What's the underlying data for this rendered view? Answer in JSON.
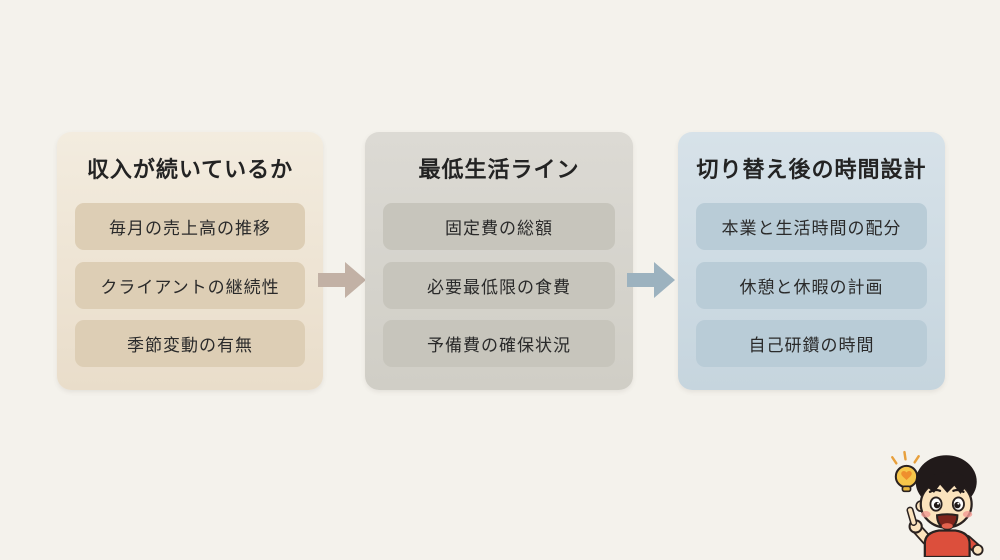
{
  "page": {
    "background_color": "#f4f2ec",
    "text_color": "#262626"
  },
  "flow": {
    "columns": [
      {
        "title": "収入が続いているか",
        "items": [
          "毎月の売上高の推移",
          "クライアントの継続性",
          "季節変動の有無"
        ],
        "panel_color_top": "#f3ecdf",
        "panel_color_bottom": "#e9ddca",
        "item_color": "#ddceb5"
      },
      {
        "title": "最低生活ライン",
        "items": [
          "固定費の総額",
          "必要最低限の食費",
          "予備費の確保状況"
        ],
        "panel_color_top": "#dcdad4",
        "panel_color_bottom": "#d0cec6",
        "item_color": "#c7c5bc"
      },
      {
        "title": "切り替え後の時間設計",
        "items": [
          "本業と生活時間の配分",
          "休憩と休暇の計画",
          "自己研鑽の時間"
        ],
        "panel_color_top": "#d7e2e9",
        "panel_color_bottom": "#c6d5de",
        "item_color": "#b9ccd7"
      }
    ],
    "arrows": [
      {
        "from": "収入が続いているか",
        "to": "最低生活ライン",
        "color": "#c2b1a5"
      },
      {
        "from": "最低生活ライン",
        "to": "切り替え後の時間設計",
        "color": "#9cb2bf"
      }
    ]
  },
  "mascot": {
    "name": "boy-with-idea-lightbulb",
    "shirt_color": "#dc4f3c",
    "bulb_color": "#f6c64a",
    "skin_color": "#fbe3bd",
    "hair_color": "#211a1a"
  }
}
